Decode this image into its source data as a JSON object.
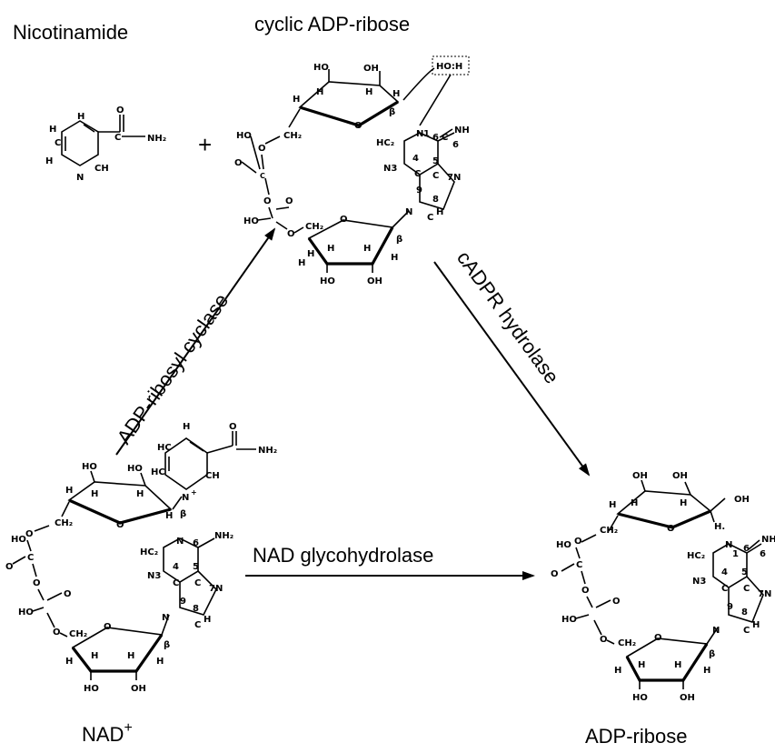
{
  "molecules": {
    "nicotinamide": "Nicotinamide",
    "cadpr": "cyclic ADP-ribose",
    "nad": "NAD",
    "nad_charge": "+",
    "adpr": "ADP-ribose"
  },
  "enzymes": {
    "cyclase": "ADP-ribosyl cyclase",
    "hydrolase": "cADPR hydrolase",
    "glycohydrolase": "NAD glycohydrolase"
  },
  "plus_sign": "+",
  "atoms": {
    "H": "H",
    "C": "C",
    "N": "N",
    "O": "O",
    "CH": "CH",
    "HC": "HC",
    "HO": "HO",
    "OH": "OH",
    "NH2": "NH₂",
    "NH": "NH",
    "CH2": "CH₂",
    "HC2": "HC₂",
    "N3": "N3",
    "HOH": "HO:H",
    "beta": "β",
    "n1": "1",
    "n4": "4",
    "n5": "5",
    "n6": "6",
    "n7N": "7N",
    "n8": "8",
    "n9": "9",
    "Nplus": "N",
    "Hdot": "H."
  }
}
